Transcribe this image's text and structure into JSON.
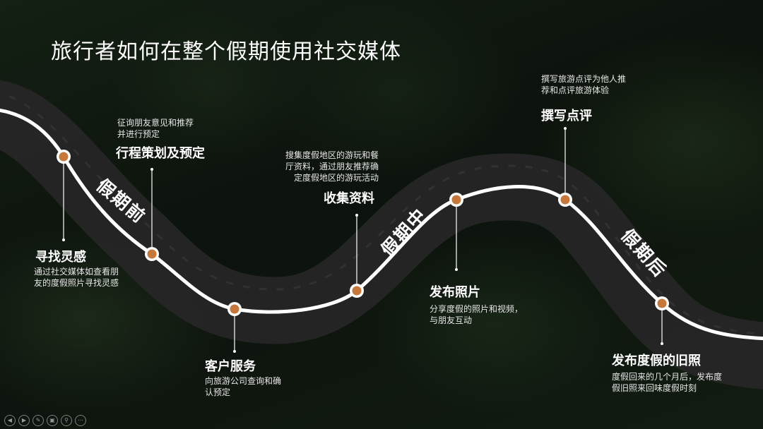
{
  "title": "旅行者如何在整个假期使用社交媒体",
  "stages": [
    "假期前",
    "假期中",
    "假期后"
  ],
  "steps": [
    {
      "title": "寻找灵感",
      "desc": [
        "通过社交媒体如查看朋",
        "友的度假照片寻找灵感"
      ]
    },
    {
      "title": "行程策划及预定",
      "desc": [
        "征询朋友意见和推荐",
        "并进行预定"
      ]
    },
    {
      "title": "客户服务",
      "desc": [
        "向旅游公司查询和确",
        "认预定"
      ]
    },
    {
      "title": "收集资料",
      "desc": [
        "搜集度假地区的游玩和餐",
        "厅资料，通过朋友推荐确",
        "定度假地区的游玩活动"
      ]
    },
    {
      "title": "发布照片",
      "desc": [
        "分享度假的照片和视频，",
        "与朋友互动"
      ]
    },
    {
      "title": "撰写点评",
      "desc": [
        "撰写旅游点评为他人推",
        "荐和点评旅游体验"
      ]
    },
    {
      "title": "发布度假的旧照",
      "desc": [
        "度假回来的几个月后，发布度",
        "假旧照来回味度假时刻"
      ]
    }
  ],
  "colors": {
    "road": "#2a2a2a",
    "line": "#ffffff",
    "dot": "#c8773a"
  },
  "toolbar_icons": [
    "prev-icon",
    "next-icon",
    "pen-icon",
    "slides-icon",
    "zoom-icon",
    "more-icon"
  ]
}
